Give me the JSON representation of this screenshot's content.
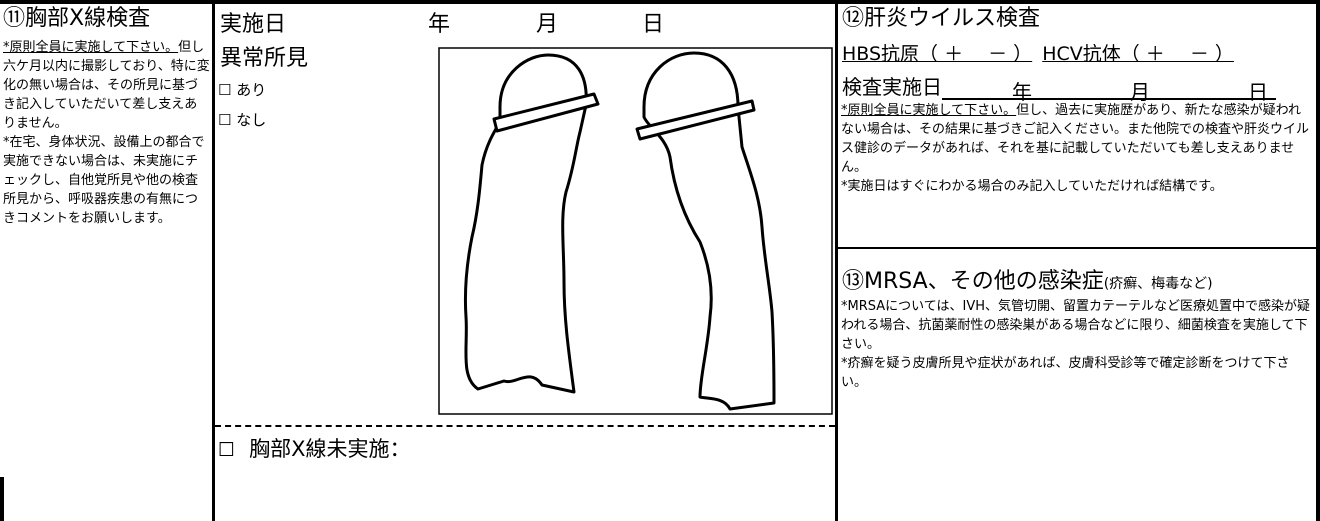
{
  "col1": {
    "title": "⑪胸部X線検査",
    "note_underlined": "*原則全員に実施して下さい。",
    "note_body": "但し六ケ月以内に撮影しており、特に変化の無い場合は、その所見に基づき記入していただいて差し支えありません。",
    "note2": "*在宅、身体状況、設備上の都合で実施できない場合は、未実施にチェックし、自他覚所見や他の検査所見から、呼吸器疾患の有無につきコメントをお願いします。"
  },
  "col2": {
    "date_label": "実施日",
    "year": "年",
    "month": "月",
    "day": "日",
    "finding_label": "異常所見",
    "option_yes": "あり",
    "option_no": "なし",
    "checkbox_glyph": "☐",
    "not_done_label": "胸部X線未実施："
  },
  "col3": {
    "hepatitis_title": "⑫肝炎ウイルス検査",
    "hbs_label": "HBS抗原（ ＋　 － ）",
    "hcv_label": "HCV抗体（ ＋　 － ）",
    "test_date_label": "検査実施日",
    "year": "年",
    "month": "月",
    "day": "日",
    "hep_note_underlined": "*原則全員に実施して下さい。",
    "hep_note_body": "但し、過去に実施歴があり、新たな感染が疑われない場合は、その結果に基づきご記入ください。また他院での検査や肝炎ウイルス健診のデータがあれば、それを基に記載していただいても差し支えありません。",
    "hep_note2": "*実施日はすぐにわかる場合のみ記入していただければ結構です。",
    "mrsa_title": "⑬MRSA、その他の感染症",
    "mrsa_sub": "(疥癬、梅毒など)",
    "mrsa_note1": "*MRSAについては、IVH、気管切開、留置カテーテルなど医療処置中で感染が疑われる場合、抗菌薬耐性の感染巣がある場合などに限り、細菌検査を実施して下さい。",
    "mrsa_note2": "*疥癬を疑う皮膚所見や症状があれば、皮膚科受診等で確定診断をつけて下さい。"
  }
}
